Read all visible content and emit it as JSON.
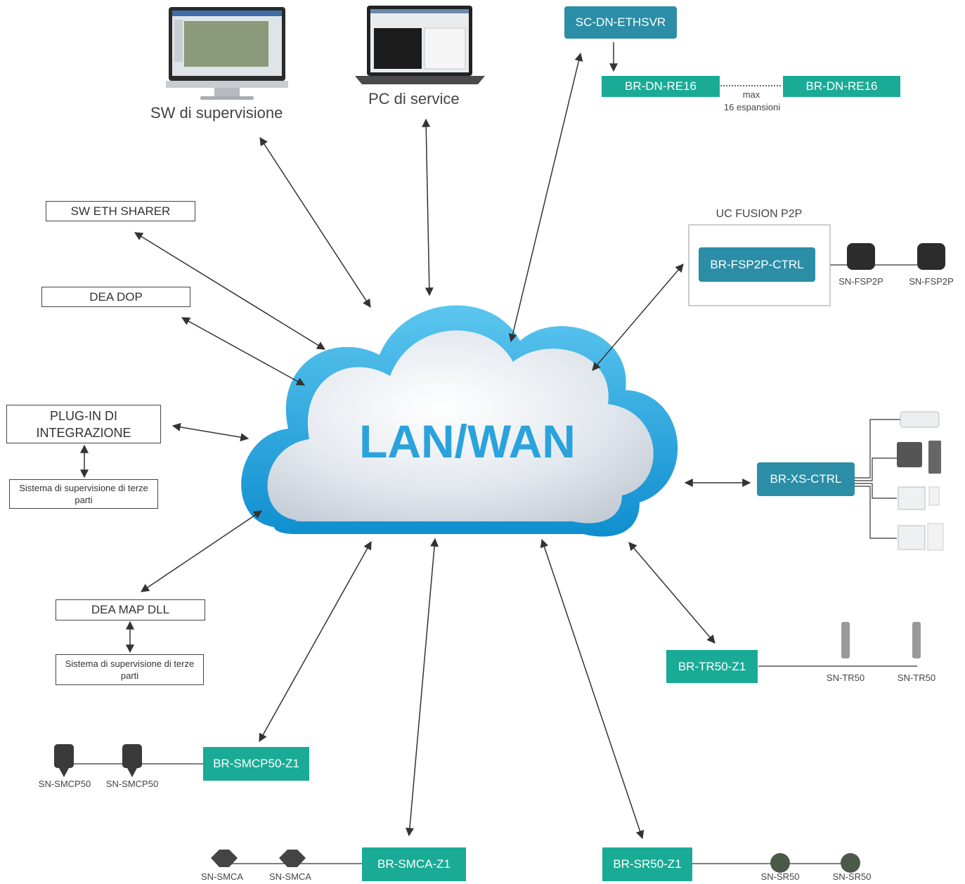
{
  "cloud": {
    "label": "LAN/WAN"
  },
  "top": {
    "supervision_label": "SW di supervisione",
    "service_label": "PC di service",
    "ethsvr": "SC-DN-ETHSVR",
    "re16_a": "BR-DN-RE16",
    "re16_b": "BR-DN-RE16",
    "max_label": "max",
    "expansions_label": "16 espansioni"
  },
  "left": {
    "eth_sharer": "SW ETH SHARER",
    "dea_dop": "DEA DOP",
    "plugin": "PLUG-IN DI INTEGRAZIONE",
    "third_party_a": "Sistema di supervisione di terze parti",
    "dea_map": "DEA MAP DLL",
    "third_party_b": "Sistema di supervisione di terze parti"
  },
  "right": {
    "fusion_title": "UC FUSION P2P",
    "fsp2p_ctrl": "BR-FSP2P-CTRL",
    "fsp2p_a": "SN-FSP2P",
    "fsp2p_b": "SN-FSP2P",
    "xs_ctrl": "BR-XS-CTRL",
    "tr50_ctrl": "BR-TR50-Z1",
    "tr50_a": "SN-TR50",
    "tr50_b": "SN-TR50"
  },
  "bottom": {
    "smcp50_ctrl": "BR-SMCP50-Z1",
    "smcp50_a": "SN-SMCP50",
    "smcp50_b": "SN-SMCP50",
    "smca_ctrl": "BR-SMCA-Z1",
    "smca_a": "SN-SMCA",
    "smca_b": "SN-SMCA",
    "sr50_ctrl": "BR-SR50-Z1",
    "sr50_a": "SN-SR50",
    "sr50_b": "SN-SR50"
  },
  "colors": {
    "teal": "#1aab96",
    "blue": "#2b8ea6",
    "cloud_text": "#2aa3dc",
    "cloud_rim": "#1aa2dc"
  }
}
